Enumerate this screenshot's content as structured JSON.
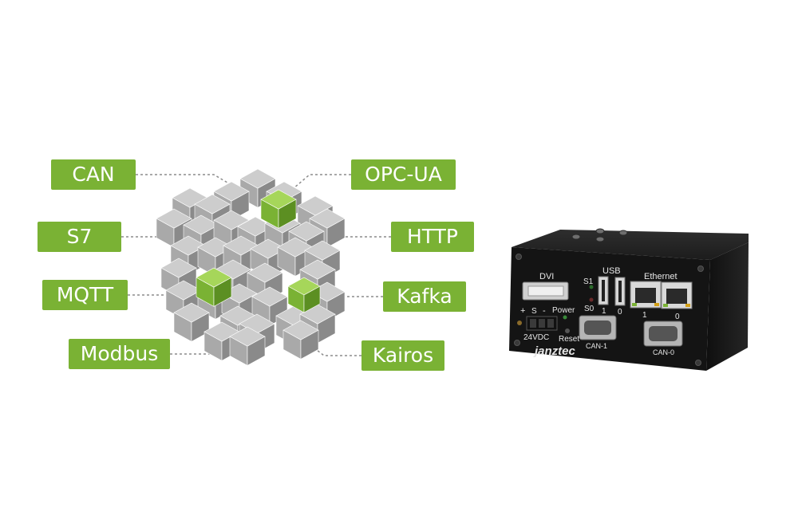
{
  "protocols_left": [
    "CAN",
    "S7",
    "MQTT",
    "Modbus"
  ],
  "protocols_right": [
    "OPC-UA",
    "HTTP",
    "Kafka",
    "Kairos"
  ],
  "device": {
    "brand": "janztec",
    "labels": {
      "dvi": "DVI",
      "usb": "USB",
      "ethernet": "Ethernet",
      "s1": "S1",
      "s0": "S0",
      "usb_1": "1",
      "usb_0": "0",
      "eth_1": "1",
      "eth_0": "0",
      "plus": "+",
      "s": "S",
      "minus": "-",
      "power": "Power",
      "voltage": "24VDC",
      "reset": "Reset",
      "can1": "CAN-1",
      "can0": "CAN-0"
    }
  },
  "colors": {
    "accent_green": "#7ab234",
    "cube_grey": "#a6a6a6",
    "device_body": "#151515"
  }
}
